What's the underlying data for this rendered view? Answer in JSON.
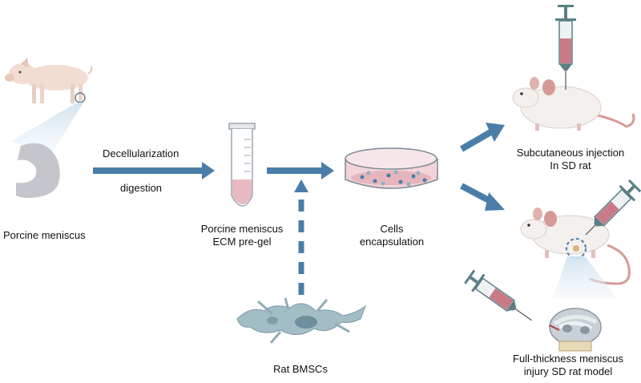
{
  "labels": {
    "porcine_meniscus": "Porcine meniscus",
    "decellularization": "Decellularization",
    "digestion": "digestion",
    "pregel_line1": "Porcine meniscus",
    "pregel_line2": "ECM pre-gel",
    "cells_line1": "Cells",
    "cells_line2": "encapsulation",
    "rat_bmscs": "Rat BMSCs",
    "subq_line1": "Subcutaneous injection",
    "subq_line2": "In SD rat",
    "injury_line1": "Full-thickness meniscus",
    "injury_line2": "injury SD rat model"
  },
  "colors": {
    "arrow": "#4a7ea9",
    "pig": "#f1ddd2",
    "meniscus": "#c4c6cc",
    "gel": "#e9b9c2",
    "rat": "#f4f0ed",
    "ear": "#d69a96",
    "syringe_fill": "#c97a86",
    "cell": "#a3bdc6"
  },
  "icons": [
    "pig-icon",
    "meniscus-icon",
    "tube-icon",
    "petri-dish-icon",
    "rat-icon",
    "syringe-icon",
    "stem-cell-icon",
    "knee-joint-icon"
  ]
}
